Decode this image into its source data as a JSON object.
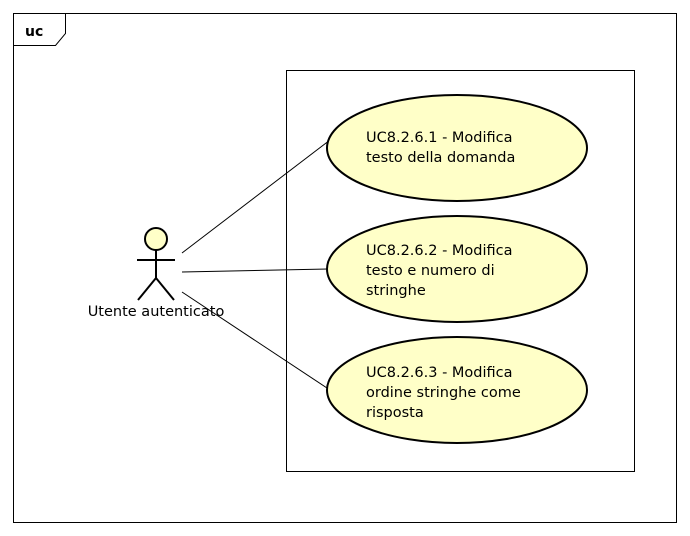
{
  "frame": {
    "tab_label": "uc"
  },
  "actor": {
    "name": "Utente autenticato",
    "icon": "stick-figure-actor-icon",
    "head_color": "#ffffc8"
  },
  "use_cases": [
    {
      "lines": [
        "UC8.2.6.1 - Modifica",
        "testo della domanda"
      ]
    },
    {
      "lines": [
        "UC8.2.6.2 - Modifica",
        "testo e numero di",
        "stringhe"
      ]
    },
    {
      "lines": [
        "UC8.2.6.3 - Modifica",
        "ordine stringhe come",
        "risposta"
      ]
    }
  ],
  "colors": {
    "use_case_fill": "#ffffc8",
    "stroke": "#000000",
    "background": "#ffffff"
  }
}
